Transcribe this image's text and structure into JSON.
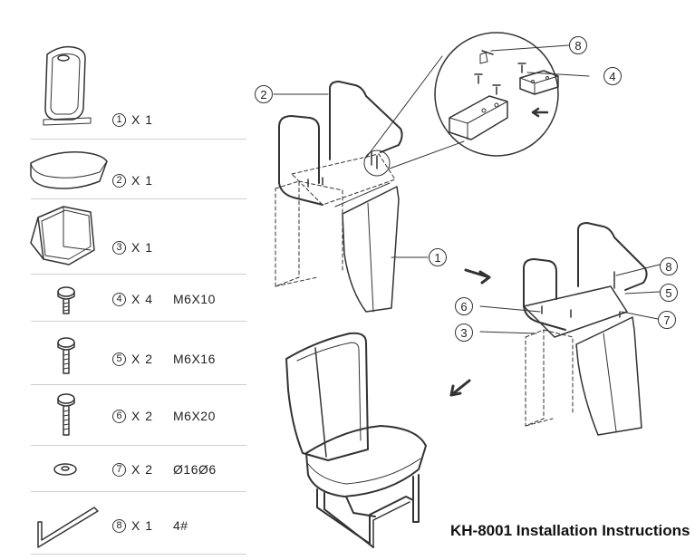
{
  "title": "KH-8001 Installation Instructions",
  "parts": [
    {
      "num": "1",
      "qty": "X 1",
      "spec": ""
    },
    {
      "num": "2",
      "qty": "X 1",
      "spec": ""
    },
    {
      "num": "3",
      "qty": "X 1",
      "spec": ""
    },
    {
      "num": "4",
      "qty": "X 4",
      "spec": "M6X10"
    },
    {
      "num": "5",
      "qty": "X 2",
      "spec": "M6X16"
    },
    {
      "num": "6",
      "qty": "X 2",
      "spec": "M6X20"
    },
    {
      "num": "7",
      "qty": "X 2",
      "spec": "Ø16Ø6"
    },
    {
      "num": "8",
      "qty": "X 1",
      "spec": "4#"
    }
  ],
  "callouts": {
    "c1": "1",
    "c2": "2",
    "c3": "3",
    "c4": "4",
    "c5": "5",
    "c6": "6",
    "c7": "7",
    "c8a": "8",
    "c8b": "8"
  }
}
